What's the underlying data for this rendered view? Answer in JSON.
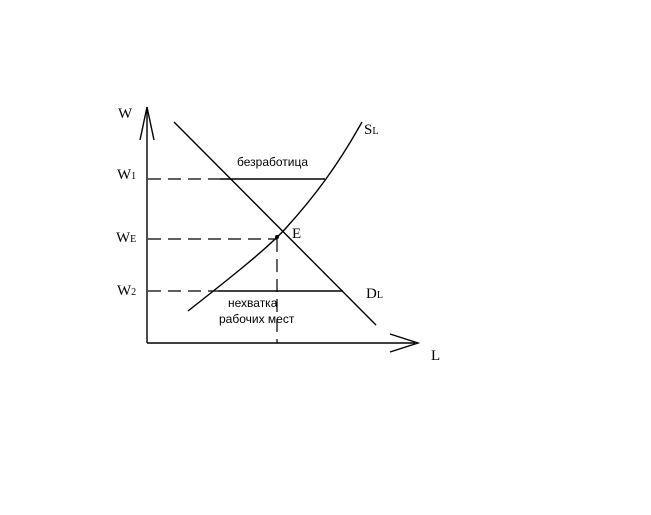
{
  "axes": {
    "y_label": "W",
    "x_label": "L"
  },
  "wage_levels": {
    "w1": {
      "base": "W",
      "sub": "1"
    },
    "we": {
      "base": "W",
      "sub": "E"
    },
    "w2": {
      "base": "W",
      "sub": "2"
    }
  },
  "curves": {
    "supply": {
      "base": "S",
      "sub": "L"
    },
    "demand": {
      "base": "D",
      "sub": "L"
    }
  },
  "equilibrium_label": "E",
  "annotations": {
    "surplus": "безработица",
    "shortage_line1": "нехватка",
    "shortage_line2": "рабочих мест"
  }
}
